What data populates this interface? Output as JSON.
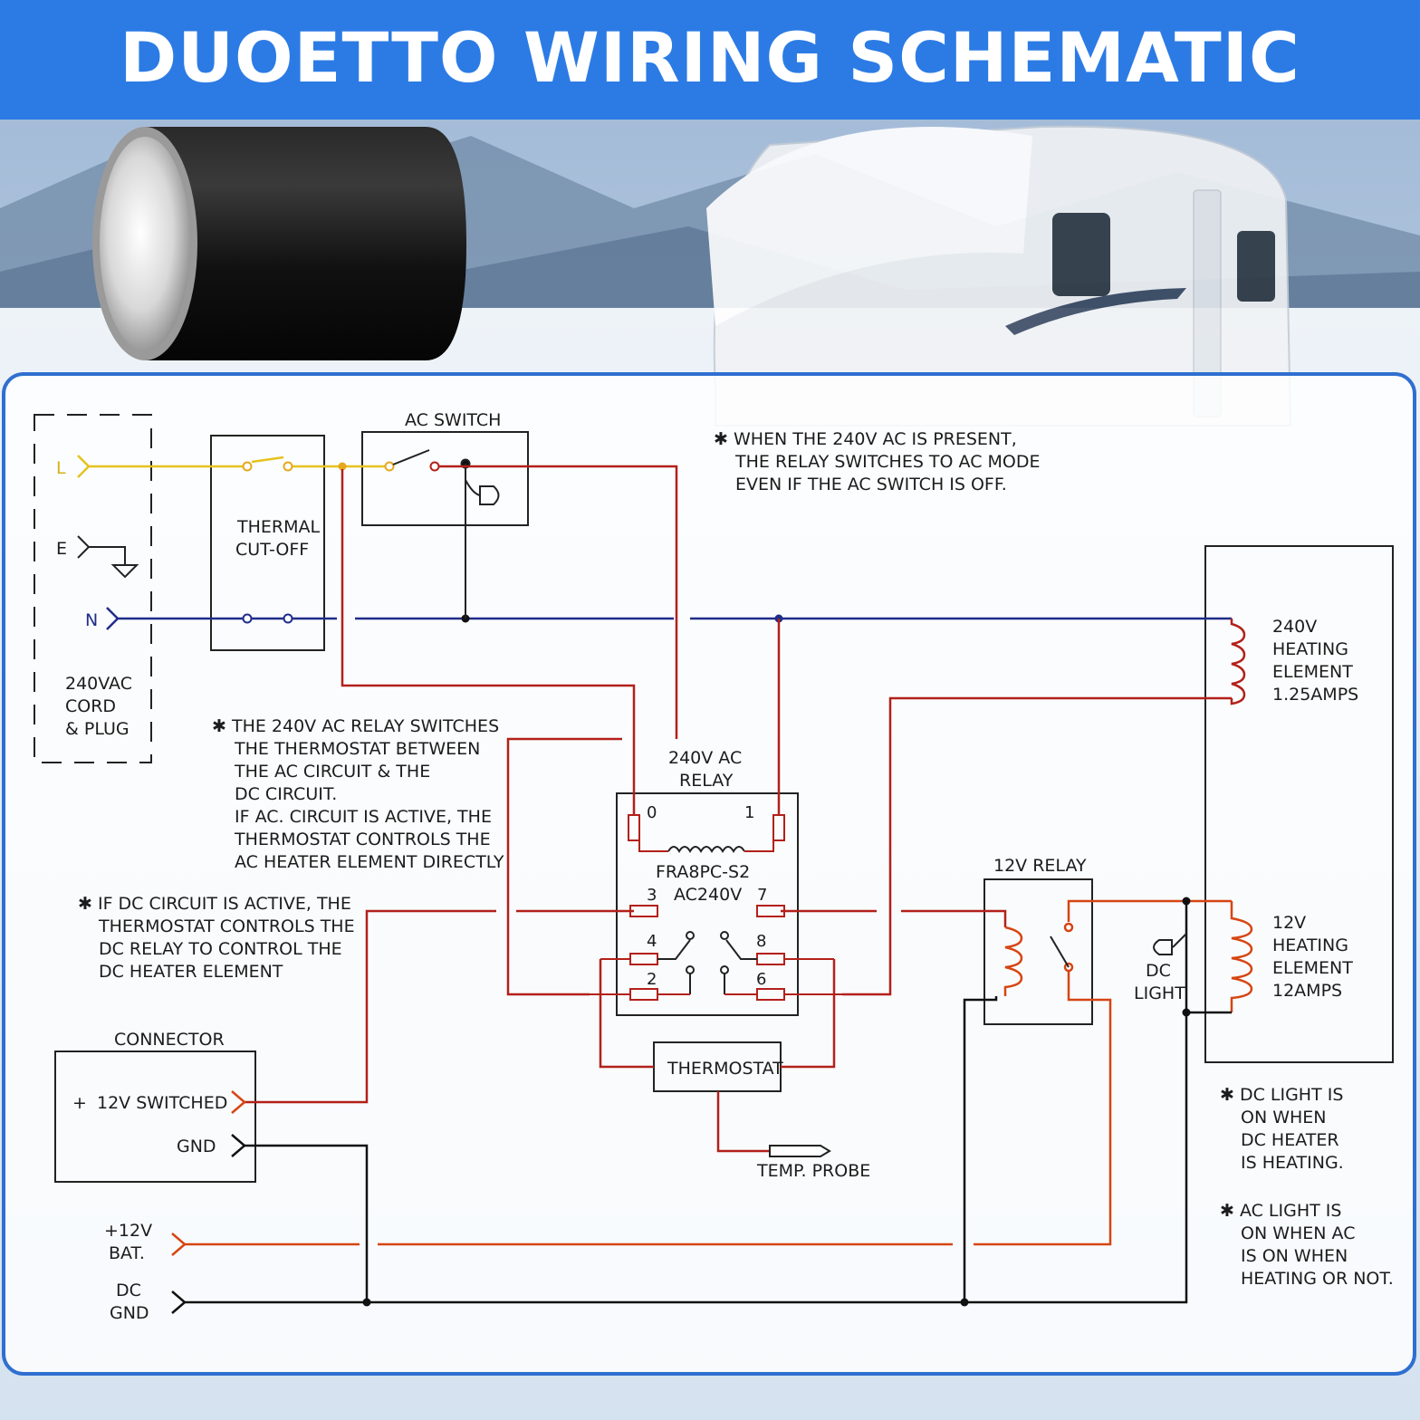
{
  "title": "DUOETTO WIRING SCHEMATIC",
  "colors": {
    "banner": "#2c7be5",
    "live": "#e6c21d",
    "neutral": "#1f2d8a",
    "ac_wire": "#b3201a",
    "dc_positive": "#d64512",
    "ground": "#111111",
    "panel_border": "#2f6fd0"
  },
  "plug": {
    "terminal_live": "L",
    "terminal_earth": "E",
    "terminal_neutral": "N",
    "label_line1": "240VAC",
    "label_line2": "CORD",
    "label_line3": "& PLUG"
  },
  "thermal_cutoff": {
    "line1": "THERMAL",
    "line2": "CUT-OFF"
  },
  "ac_switch": {
    "label": "AC SWITCH"
  },
  "notes": {
    "ac_mode": [
      "✱ WHEN THE 240V AC IS PRESENT,",
      "THE RELAY SWITCHES TO AC MODE",
      "EVEN IF THE AC SWITCH IS OFF."
    ],
    "relay_switch": [
      "✱ THE 240V AC RELAY SWITCHES",
      "THE THERMOSTAT BETWEEN",
      "THE AC CIRCUIT & THE",
      "DC CIRCUIT.",
      "IF AC. CIRCUIT IS ACTIVE, THE",
      "THERMOSTAT CONTROLS THE",
      "AC HEATER ELEMENT DIRECTLY"
    ],
    "dc_active": [
      "✱ IF DC CIRCUIT IS ACTIVE, THE",
      "THERMOSTAT CONTROLS THE",
      "DC RELAY TO CONTROL THE",
      "DC HEATER ELEMENT"
    ],
    "dc_light": [
      "✱ DC LIGHT IS",
      "ON WHEN",
      "DC HEATER",
      "IS HEATING."
    ],
    "ac_light": [
      "✱ AC LIGHT IS",
      "ON WHEN AC",
      "IS ON WHEN",
      "HEATING OR NOT."
    ]
  },
  "ac_relay": {
    "label_line1": "240V AC",
    "label_line2": "RELAY",
    "model": "FRA8PC-S2",
    "rating": "AC240V",
    "pins": [
      "0",
      "1",
      "3",
      "7",
      "4",
      "8",
      "2",
      "6"
    ]
  },
  "heater_240v": {
    "line1": "240V",
    "line2": "HEATING",
    "line3": "ELEMENT",
    "line4": "1.25AMPS"
  },
  "heater_12v": {
    "line1": "12V",
    "line2": "HEATING",
    "line3": "ELEMENT",
    "line4": "12AMPS"
  },
  "dc_relay": {
    "label": "12V RELAY"
  },
  "dc_light": {
    "line1": "DC",
    "line2": "LIGHT"
  },
  "thermostat": {
    "label": "THERMOSTAT"
  },
  "temp_probe": {
    "label": "TEMP. PROBE"
  },
  "connector": {
    "label": "CONNECTOR",
    "plus": "+",
    "switched": "12V SWITCHED",
    "gnd": "GND"
  },
  "battery": {
    "pos_line1": "+12V",
    "pos_line2": "BAT.",
    "gnd_line1": "DC",
    "gnd_line2": "GND"
  }
}
